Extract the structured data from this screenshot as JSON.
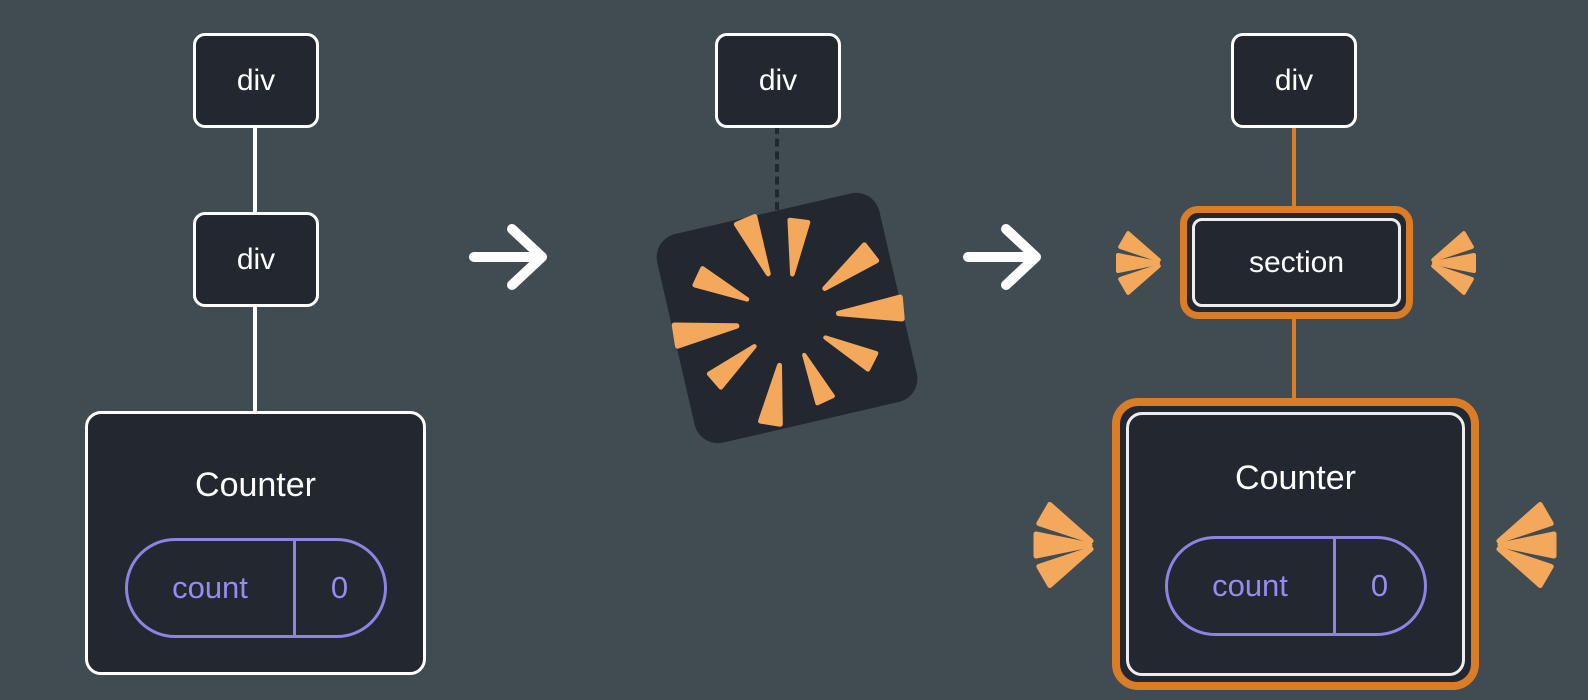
{
  "diagram": {
    "colors": {
      "background": "#404b52",
      "node_fill": "#23272f",
      "node_border": "#ffffff",
      "highlight_orange": "#db7d27",
      "burst_orange": "#f3a85b",
      "state_purple": "#948cf0",
      "arrow": "#ffffff"
    },
    "before": {
      "root_label": "div",
      "child_label": "div",
      "component_name": "Counter",
      "state_key": "count",
      "state_value": "0"
    },
    "transition": {
      "root_label": "div"
    },
    "after": {
      "root_label": "div",
      "child_label": "section",
      "component_name": "Counter",
      "state_key": "count",
      "state_value": "0"
    }
  }
}
